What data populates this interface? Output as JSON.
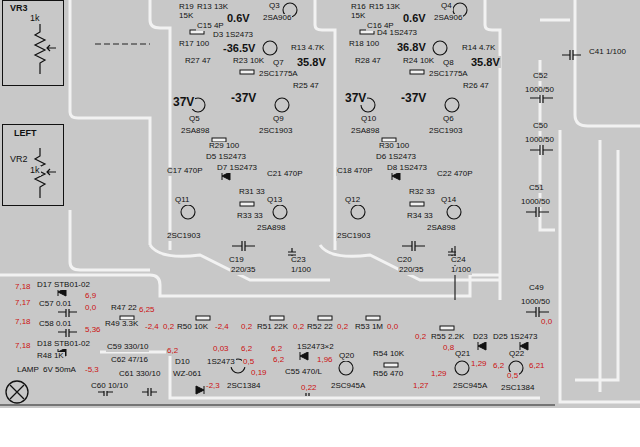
{
  "diagram": {
    "nodes": [
      {
        "text": [
          "VR3",
          "1k"
        ]
      },
      {
        "text": [
          "LEFT",
          "VR2",
          "1k"
        ]
      }
    ],
    "labels": [
      "R19",
      "15K",
      "R13 13K",
      "0.6V",
      "Q3",
      "2SA906",
      "R16",
      "15K",
      "R15 13K",
      "0.6V",
      "Q4",
      "2SA906",
      "C15 4P",
      "C16 4P",
      "D3 1S2473",
      "D4 1S2473",
      "R17 100",
      "-36.5V",
      "R13 4.7K",
      "35.8V",
      "R18 100",
      "36.8V",
      "R14 4.7K",
      "35.8V",
      "R27 47",
      "R23 10K",
      "Q7",
      "2SC1775A",
      "R28 47",
      "R24 10K",
      "Q8",
      "2SC1775A",
      "R25 47",
      "R26 47",
      "37V",
      "-37V",
      "37V",
      "-37V",
      "Q5",
      "2SA898",
      "Q9",
      "2SC1903",
      "Q10",
      "2SA898",
      "Q6",
      "2SC1903",
      "R29 100",
      "R30 100",
      "D5 1S2473",
      "D6 1S2473",
      "C17 470P",
      "D7 1S2473",
      "C21 470P",
      "C18 470P",
      "D8 1S2473",
      "C22 470P",
      "R31 33",
      "R32 33",
      "Q11",
      "Q13",
      "Q12",
      "Q14",
      "R33 33",
      "R34 33",
      "2SA898",
      "2SA898",
      "2SC1903",
      "2SC1903",
      "C19",
      "220/35",
      "C23",
      "1/100",
      "C20",
      "220/35",
      "C24",
      "1/100",
      "C41 1/100",
      "C52",
      "1000/50",
      "C50",
      "1000/50",
      "C51",
      "1000/50",
      "C49",
      "1000/50",
      "7,18",
      "D17 STB01-02",
      "6,9",
      "7,17",
      "C57 0.01",
      "0,0",
      "7,18",
      "C58 0.01",
      "5,36",
      "7,18",
      "D18 STB01-02",
      "R47 22",
      "6,25",
      "R48 1K",
      "R49 3.3K",
      "-2,4",
      "0,2",
      "R50 10K",
      "-2,4",
      "0,2",
      "R51 22K",
      "0,2",
      "R52 22",
      "0,2",
      "R53 1M",
      "0,0",
      "0,2",
      "R55 2.2K",
      "D23",
      "D25 1S2473",
      "0,0",
      "1S2473×2",
      "C59 330/10",
      "C62 47/16",
      "LAMP",
      "6V 50mA",
      "-5,3",
      "C60 10/10",
      "C61 330/10",
      "6,2",
      "D10",
      "WZ-061",
      "1S2473",
      "0,03",
      "-2,3",
      "6,2",
      "0,5",
      "0,19",
      "2SC1384",
      "6,2",
      "6,2",
      "C55 470/L",
      "0,22",
      "Q20",
      "1,96",
      "2SC945A",
      "R54 10K",
      "R56 470",
      "1,27",
      "Q21",
      "1,29",
      "0,8",
      "2SC945A",
      "Q22",
      "6,2",
      "6,21",
      "0,5",
      "2SC1384",
      "1,29"
    ]
  }
}
